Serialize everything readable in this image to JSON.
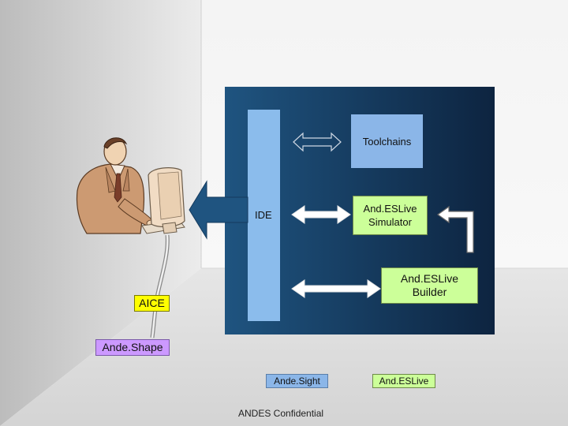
{
  "diagram": {
    "ide_label": "IDE",
    "toolchains_label": "Toolchains",
    "simulator_label": "And.ESLive\nSimulator",
    "builder_label": "And.ESLive\nBuilder",
    "aice_label": "AICE",
    "andeshape_label": "Ande.Shape",
    "andesight_label": "Ande.Sight",
    "andeslive_label": "And.ESLive"
  },
  "footer": {
    "confidential": "ANDES Confidential"
  },
  "colors": {
    "panel_dark": "#0d2440",
    "panel_light": "#1f5480",
    "ide_bar": "#8bbcec",
    "toolchains_box": "#8bb6e8",
    "green_box": "#ccff99",
    "aice_box": "#ffff00",
    "shape_box": "#cc99ff"
  },
  "icons": {
    "person": "person-at-computer-icon"
  }
}
